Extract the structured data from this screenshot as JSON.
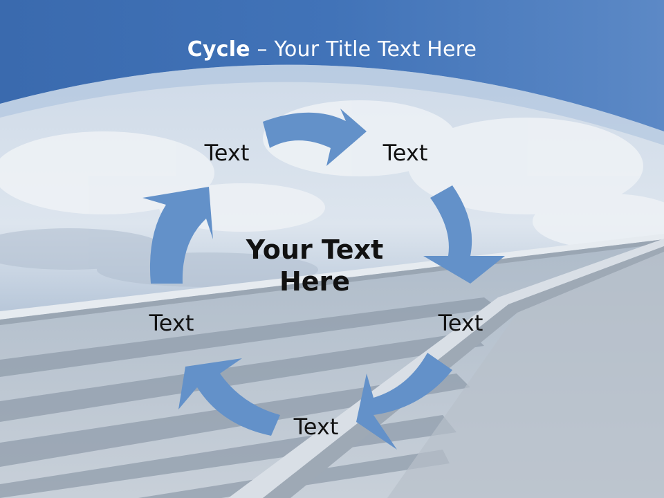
{
  "slide": {
    "title_bold": "Cycle",
    "title_rest": " – Your Title Text Here",
    "center_text_line1": "Your Text",
    "center_text_line2": "Here",
    "nodes": [
      {
        "label": "Text"
      },
      {
        "label": "Text"
      },
      {
        "label": "Text"
      },
      {
        "label": "Text"
      },
      {
        "label": "Text"
      }
    ]
  },
  "colors": {
    "header_blue": "#3f6fb2",
    "arrow_blue": "#6090c8",
    "text": "#111111"
  },
  "background": {
    "description_icon": "railway-track-sky-photo"
  }
}
